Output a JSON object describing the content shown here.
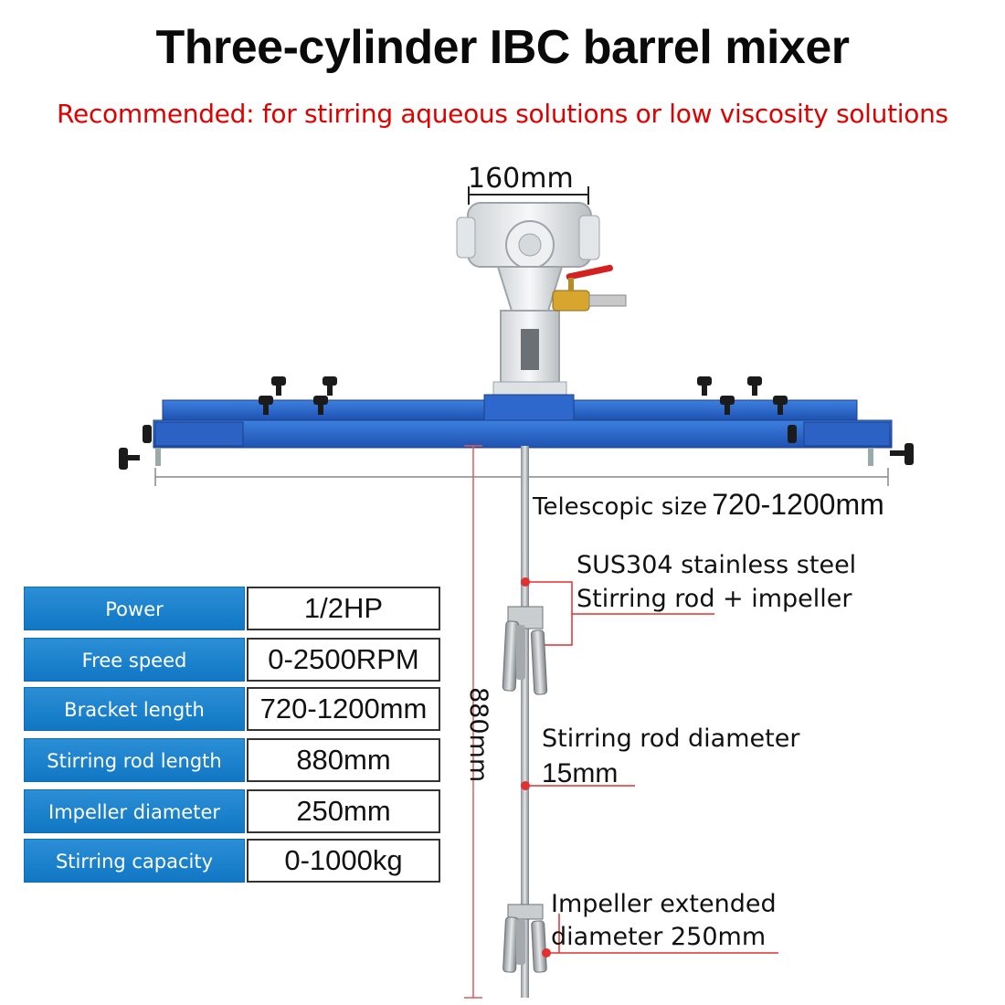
{
  "header": {
    "title": "Three-cylinder IBC barrel mixer",
    "subtitle": "Recommended: for stirring aqueous solutions or low viscosity solutions"
  },
  "dimensions": {
    "motor_width": "160mm",
    "telescopic_label": "Telescopic size",
    "telescopic_value": "720-1200mm",
    "rod_height": "880mm"
  },
  "callouts": {
    "material_line1": "SUS304 stainless steel",
    "material_line2": "Stirring rod + impeller",
    "rod_diameter_line1": "Stirring rod diameter",
    "rod_diameter_line2": "15mm",
    "impeller_line1": "Impeller extended",
    "impeller_line2": "diameter 250mm"
  },
  "specs": [
    {
      "label": "Power",
      "value": "1/2HP"
    },
    {
      "label": "Free speed",
      "value": "0-2500RPM"
    },
    {
      "label": "Bracket length",
      "value": "720-1200mm"
    },
    {
      "label": "Stirring rod length",
      "value": "880mm"
    },
    {
      "label": "Impeller diameter",
      "value": "250mm"
    },
    {
      "label": "Stirring capacity",
      "value": "0-1000kg"
    }
  ],
  "colors": {
    "title": "#0a0a0a",
    "subtitle": "#e00000",
    "table_header": "#1a80c9",
    "bracket": "#2a63c6",
    "leader": "#e03030"
  }
}
